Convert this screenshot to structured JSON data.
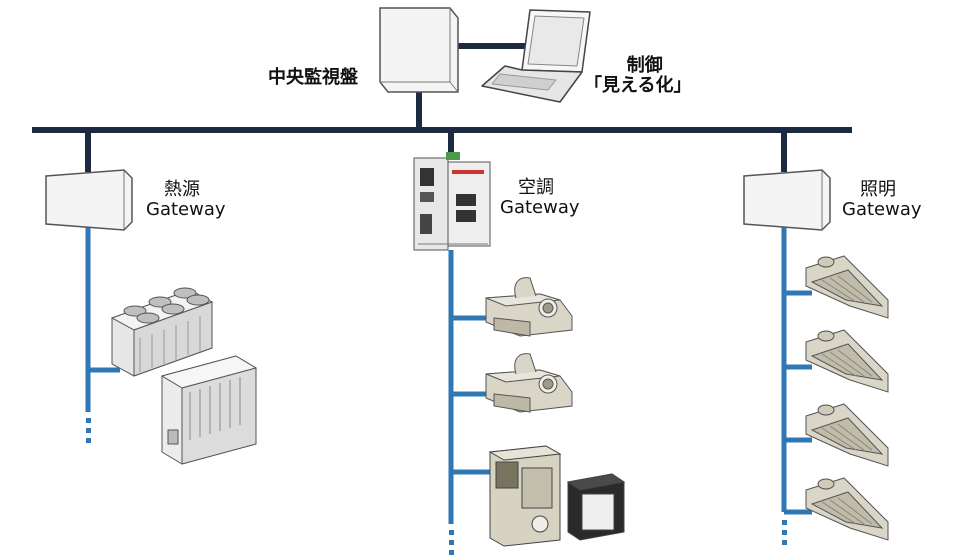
{
  "labels": {
    "central_panel": "中央監視盤",
    "control_line1": "制御",
    "control_line2": "「見える化」",
    "heat_gw_line1": "熱源",
    "heat_gw_line2": "Gateway",
    "ac_gw_line1": "空調",
    "ac_gw_line2": "Gateway",
    "light_gw_line1": "照明",
    "light_gw_line2": "Gateway"
  },
  "colors": {
    "trunk": "#1c2a42",
    "branch": "#2f78b4",
    "device_fill": "#f4f4f4",
    "device_stroke": "#666666",
    "equipment_fill": "#d9d6c8",
    "equipment_dark": "#9e9a88"
  },
  "icons": {
    "central_panel": "server-cabinet-icon",
    "laptop": "laptop-icon",
    "heat_gateway": "gateway-box-icon",
    "ac_gateway": "din-rail-gateway-icon",
    "light_gateway": "gateway-box-icon",
    "chiller": "chiller-unit-icon",
    "ac_indoor": "ac-indoor-unit-icon",
    "cabinet_ac": "package-ac-icon",
    "ceiling_light": "ceiling-cassette-icon"
  }
}
